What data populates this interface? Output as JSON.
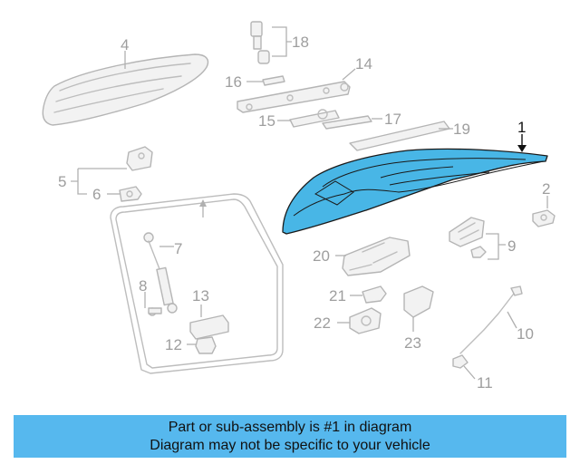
{
  "colors": {
    "highlight": "#48b6e6",
    "banner": "#56b8ee",
    "part_outline": "#bdbdbd",
    "main_outline": "#1a1a1a"
  },
  "callouts": [
    "1",
    "2",
    "4",
    "5",
    "6",
    "7",
    "8",
    "9",
    "10",
    "11",
    "12",
    "13",
    "14",
    "15",
    "16",
    "17",
    "18",
    "19",
    "20",
    "21",
    "22",
    "23"
  ],
  "banner": {
    "line1": "Part or sub-assembly is #1 in diagram",
    "line2": "Diagram may not be specific to your vehicle"
  }
}
